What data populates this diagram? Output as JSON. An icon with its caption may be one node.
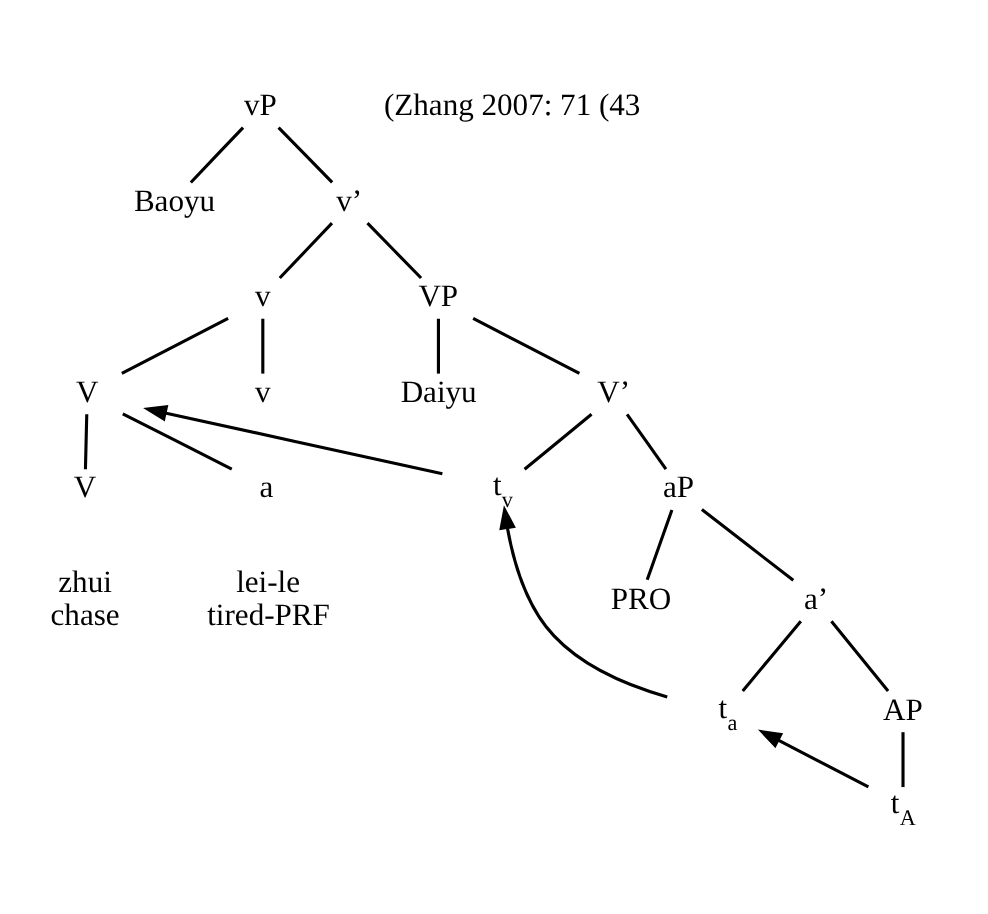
{
  "diagram": {
    "nodes": [
      {
        "text": [
          "vP"
        ]
      },
      {
        "text": [
          "Baoyu"
        ]
      },
      {
        "text": [
          "v’"
        ]
      },
      {
        "text": [
          "v"
        ]
      },
      {
        "text": [
          "VP"
        ]
      },
      {
        "text": [
          "V"
        ]
      },
      {
        "text": [
          "v"
        ]
      },
      {
        "text": [
          "Daiyu"
        ]
      },
      {
        "text": [
          "V’"
        ]
      },
      {
        "text": [
          "V"
        ],
        "beside": [
          "zhui",
          "chase"
        ]
      },
      {
        "text": [
          "a"
        ],
        "beside": [
          "lei-le",
          "tired-PRF"
        ]
      },
      {
        "text": [
          "t$_{v}$"
        ]
      },
      {
        "text": [
          "aP"
        ]
      },
      {
        "text": [
          "PRO"
        ]
      },
      {
        "text": [
          "a’"
        ]
      },
      {
        "text": [
          "t$_{a}$"
        ]
      },
      {
        "text": [
          "AP"
        ]
      },
      {
        "text": [
          "t$_{A}$"
        ]
      }
    ],
    "edges": [
      {
        "from": 0,
        "to": 1,
        "arrow": "none"
      },
      {
        "from": 0,
        "to": 2,
        "arrow": "none"
      },
      {
        "from": 2,
        "to": 3,
        "arrow": "none"
      },
      {
        "from": 2,
        "to": 4,
        "arrow": "none"
      },
      {
        "from": 3,
        "to": 5,
        "arrow": "none"
      },
      {
        "from": 3,
        "to": 6,
        "arrow": "none"
      },
      {
        "from": 4,
        "to": 7,
        "arrow": "none"
      },
      {
        "from": 4,
        "to": 8,
        "arrow": "none"
      },
      {
        "from": 5,
        "to": 9,
        "arrow": "none"
      },
      {
        "from": 5,
        "to": 10,
        "arrow": "none"
      },
      {
        "from": 8,
        "to": 11,
        "arrow": "none"
      },
      {
        "from": 8,
        "to": 12,
        "arrow": "none"
      },
      {
        "from": 12,
        "to": 13,
        "arrow": "none"
      },
      {
        "from": 12,
        "to": 14,
        "arrow": "none"
      },
      {
        "from": 14,
        "to": 15,
        "arrow": "none"
      },
      {
        "from": 14,
        "to": 16,
        "arrow": "none"
      },
      {
        "from": 16,
        "to": 17,
        "arrow": "none"
      },
      {
        "from": 11,
        "to": 5,
        "arrow": "to"
      },
      {
        "from": 15,
        "to": 11,
        "arrow": "to"
      },
      {
        "from": 17,
        "to": 15,
        "arrow": "to"
      }
    ],
    "labels": [
      "(Zhang 2007: 71 (43"
    ]
  }
}
